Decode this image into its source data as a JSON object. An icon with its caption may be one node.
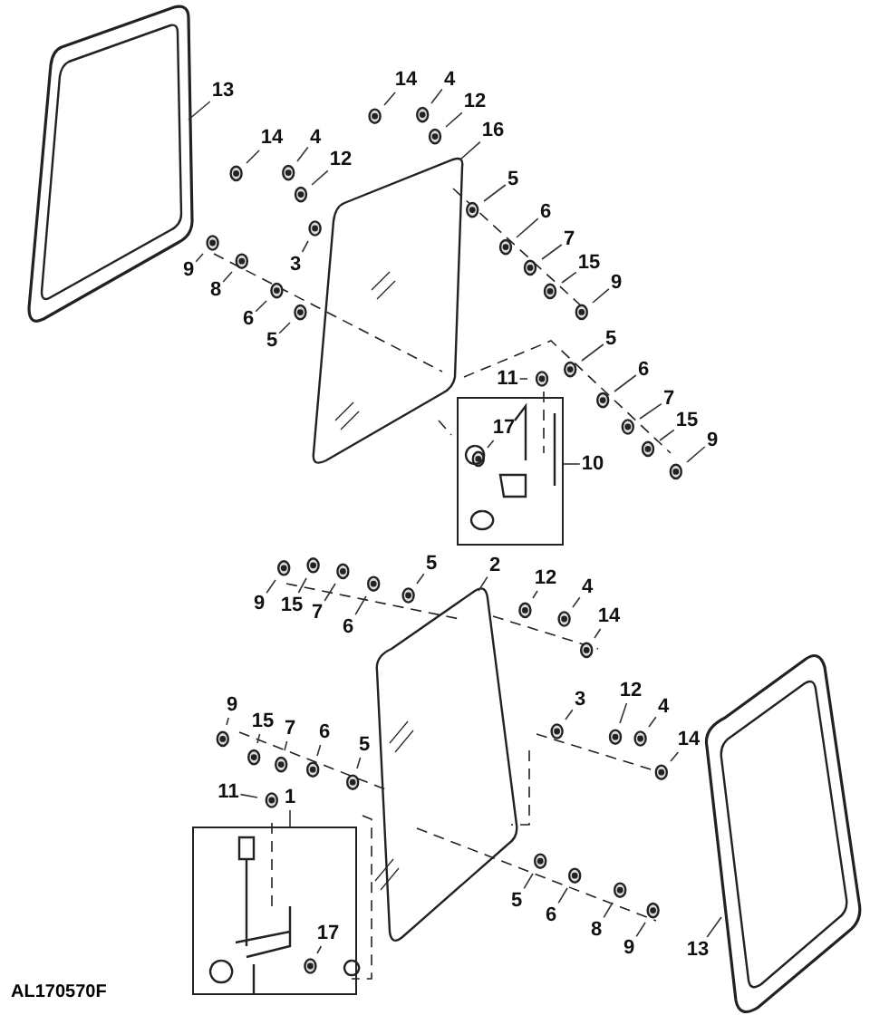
{
  "diagram": {
    "nodes": [
      {
        "text": [],
        "shape": "box"
      },
      {
        "text": [],
        "shape": "box"
      },
      {
        "text": [
          "13"
        ]
      },
      {
        "text": [
          "14"
        ]
      },
      {
        "text": [
          "4"
        ]
      },
      {
        "text": [
          "12"
        ]
      },
      {
        "text": [
          "16"
        ]
      },
      {
        "text": [
          "14"
        ]
      },
      {
        "text": [
          "4"
        ]
      },
      {
        "text": [
          "12"
        ]
      },
      {
        "text": [
          "3"
        ]
      },
      {
        "text": [
          "9"
        ]
      },
      {
        "text": [
          "8"
        ]
      },
      {
        "text": [
          "6"
        ]
      },
      {
        "text": [
          "5"
        ]
      },
      {
        "text": [
          "5"
        ]
      },
      {
        "text": [
          "6"
        ]
      },
      {
        "text": [
          "7"
        ]
      },
      {
        "text": [
          "15"
        ]
      },
      {
        "text": [
          "9"
        ]
      },
      {
        "text": [
          "5"
        ]
      },
      {
        "text": [
          "6"
        ]
      },
      {
        "text": [
          "7"
        ]
      },
      {
        "text": [
          "15"
        ]
      },
      {
        "text": [
          "9"
        ]
      },
      {
        "text": [
          "11"
        ]
      },
      {
        "text": [
          "17"
        ],
        "in": 0
      },
      {
        "text": [
          "10"
        ]
      },
      {
        "text": [
          "9"
        ]
      },
      {
        "text": [
          "15"
        ]
      },
      {
        "text": [
          "7"
        ]
      },
      {
        "text": [
          "6"
        ]
      },
      {
        "text": [
          "5"
        ]
      },
      {
        "text": [
          "2"
        ]
      },
      {
        "text": [
          "12"
        ]
      },
      {
        "text": [
          "4"
        ]
      },
      {
        "text": [
          "14"
        ]
      },
      {
        "text": [
          "9"
        ]
      },
      {
        "text": [
          "15"
        ]
      },
      {
        "text": [
          "7"
        ]
      },
      {
        "text": [
          "6"
        ]
      },
      {
        "text": [
          "5"
        ]
      },
      {
        "text": [
          "3"
        ]
      },
      {
        "text": [
          "12"
        ]
      },
      {
        "text": [
          "4"
        ]
      },
      {
        "text": [
          "14"
        ]
      },
      {
        "text": [
          "11"
        ]
      },
      {
        "text": [
          "1"
        ]
      },
      {
        "text": [
          "17"
        ],
        "in": 1
      },
      {
        "text": [
          "5"
        ]
      },
      {
        "text": [
          "6"
        ]
      },
      {
        "text": [
          "8"
        ]
      },
      {
        "text": [
          "9"
        ]
      },
      {
        "text": [
          "13"
        ]
      }
    ],
    "edges": [
      {
        "from": 2,
        "to": null,
        "arrow": "none"
      },
      {
        "from": 3,
        "to": null,
        "arrow": "none"
      },
      {
        "from": 4,
        "to": null,
        "arrow": "none"
      },
      {
        "from": 5,
        "to": null,
        "arrow": "none"
      },
      {
        "from": 6,
        "to": null,
        "arrow": "none"
      },
      {
        "from": 7,
        "to": null,
        "arrow": "none"
      },
      {
        "from": 8,
        "to": null,
        "arrow": "none"
      },
      {
        "from": 9,
        "to": null,
        "arrow": "none"
      },
      {
        "from": 10,
        "to": null,
        "arrow": "none"
      },
      {
        "from": 11,
        "to": null,
        "arrow": "none"
      },
      {
        "from": 12,
        "to": null,
        "arrow": "none"
      },
      {
        "from": 13,
        "to": null,
        "arrow": "none"
      },
      {
        "from": 14,
        "to": null,
        "arrow": "none"
      },
      {
        "from": 15,
        "to": null,
        "arrow": "none"
      },
      {
        "from": 16,
        "to": null,
        "arrow": "none"
      },
      {
        "from": 17,
        "to": null,
        "arrow": "none"
      },
      {
        "from": 18,
        "to": null,
        "arrow": "none"
      },
      {
        "from": 19,
        "to": null,
        "arrow": "none"
      },
      {
        "from": 20,
        "to": null,
        "arrow": "none"
      },
      {
        "from": 21,
        "to": null,
        "arrow": "none"
      },
      {
        "from": 22,
        "to": null,
        "arrow": "none"
      },
      {
        "from": 23,
        "to": null,
        "arrow": "none"
      },
      {
        "from": 24,
        "to": null,
        "arrow": "none"
      },
      {
        "from": 25,
        "to": null,
        "arrow": "none"
      },
      {
        "from": 26,
        "to": null,
        "arrow": "none"
      },
      {
        "from": 27,
        "to": 0,
        "arrow": "none"
      },
      {
        "from": 28,
        "to": null,
        "arrow": "none"
      },
      {
        "from": 29,
        "to": null,
        "arrow": "none"
      },
      {
        "from": 30,
        "to": null,
        "arrow": "none"
      },
      {
        "from": 31,
        "to": null,
        "arrow": "none"
      },
      {
        "from": 32,
        "to": null,
        "arrow": "none"
      },
      {
        "from": 33,
        "to": null,
        "arrow": "none"
      },
      {
        "from": 34,
        "to": null,
        "arrow": "none"
      },
      {
        "from": 35,
        "to": null,
        "arrow": "none"
      },
      {
        "from": 36,
        "to": null,
        "arrow": "none"
      },
      {
        "from": 37,
        "to": null,
        "arrow": "none"
      },
      {
        "from": 38,
        "to": null,
        "arrow": "none"
      },
      {
        "from": 39,
        "to": null,
        "arrow": "none"
      },
      {
        "from": 40,
        "to": null,
        "arrow": "none"
      },
      {
        "from": 41,
        "to": null,
        "arrow": "none"
      },
      {
        "from": 42,
        "to": null,
        "arrow": "none"
      },
      {
        "from": 43,
        "to": null,
        "arrow": "none"
      },
      {
        "from": 44,
        "to": null,
        "arrow": "none"
      },
      {
        "from": 45,
        "to": null,
        "arrow": "none"
      },
      {
        "from": 46,
        "to": null,
        "arrow": "none"
      },
      {
        "from": 47,
        "to": 1,
        "arrow": "none"
      },
      {
        "from": 48,
        "to": null,
        "arrow": "none"
      },
      {
        "from": 49,
        "to": null,
        "arrow": "none"
      },
      {
        "from": 50,
        "to": null,
        "arrow": "none"
      },
      {
        "from": 51,
        "to": null,
        "arrow": "none"
      },
      {
        "from": 52,
        "to": null,
        "arrow": "none"
      },
      {
        "from": 53,
        "to": null,
        "arrow": "none"
      }
    ],
    "labels": [
      "AL170570F"
    ]
  }
}
